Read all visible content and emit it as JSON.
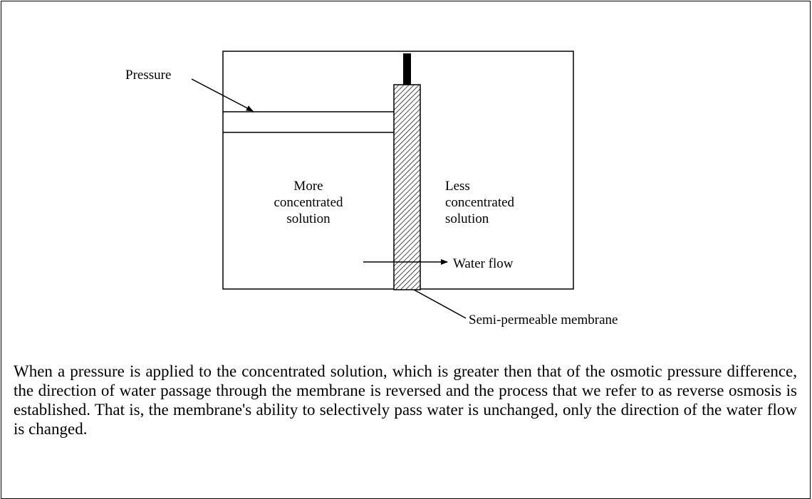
{
  "diagram": {
    "labels": {
      "pressure": "Pressure",
      "more_concentrated": "More concentrated solution",
      "less_concentrated": "Less concentrated solution",
      "water_flow": "Water flow",
      "membrane": "Semi-permeable membrane"
    }
  },
  "caption": {
    "text": "When a pressure is applied to the concentrated solution, which is greater then that of the osmotic pressure difference, the direction of water passage through the membrane is reversed and the process that we refer to as reverse osmosis is established. That is, the membrane's ability to selectively pass water is unchanged, only the direction of the water flow is changed."
  }
}
